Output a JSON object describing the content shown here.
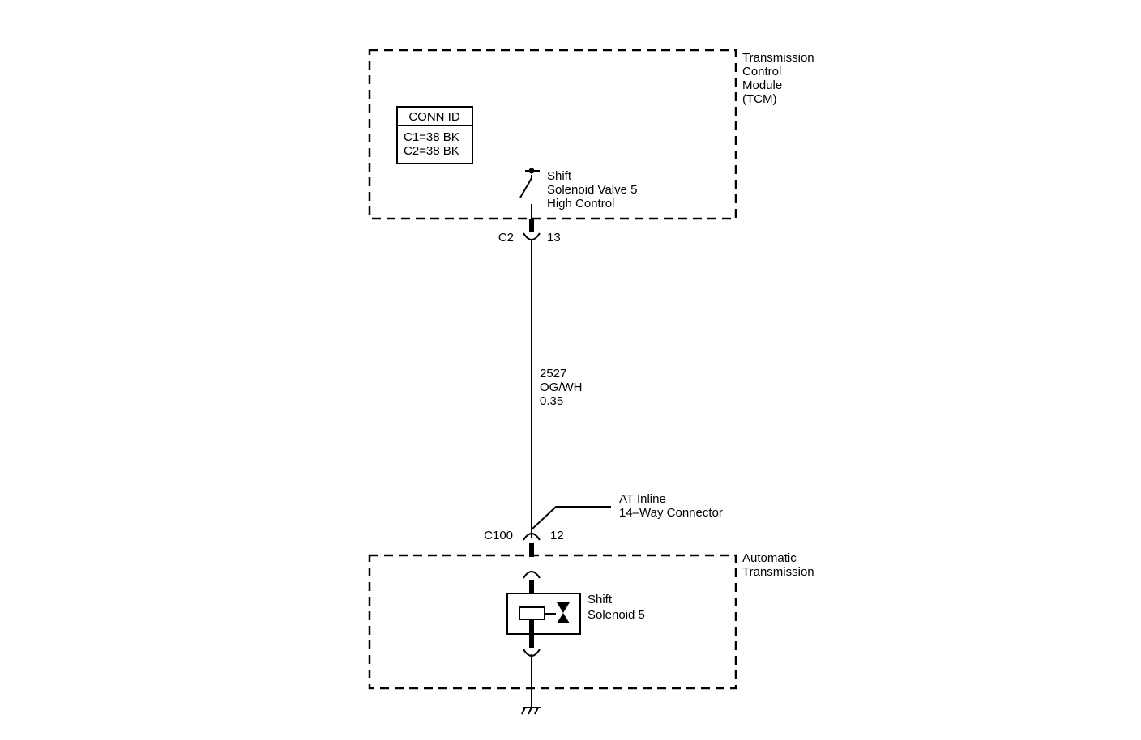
{
  "modules": {
    "tcm": {
      "label_lines": [
        "Transmission",
        "Control",
        "Module",
        "(TCM)"
      ]
    },
    "transmission": {
      "label_lines": [
        "Automatic",
        "Transmission"
      ]
    }
  },
  "conn_id": {
    "header": "CONN ID",
    "rows": [
      "C1=38 BK",
      "C2=38 BK"
    ]
  },
  "switch": {
    "label_lines": [
      "Shift",
      "Solenoid Valve 5",
      "High Control"
    ]
  },
  "connector_c2": {
    "name": "C2",
    "pin": "13"
  },
  "wire": {
    "circuit": "2527",
    "color": "OG/WH",
    "gauge": "0.35"
  },
  "connector_c100": {
    "name": "C100",
    "pin": "12",
    "callout_lines": [
      "AT Inline",
      "14–Way Connector"
    ]
  },
  "solenoid": {
    "label_lines": [
      "Shift",
      "Solenoid 5"
    ]
  }
}
